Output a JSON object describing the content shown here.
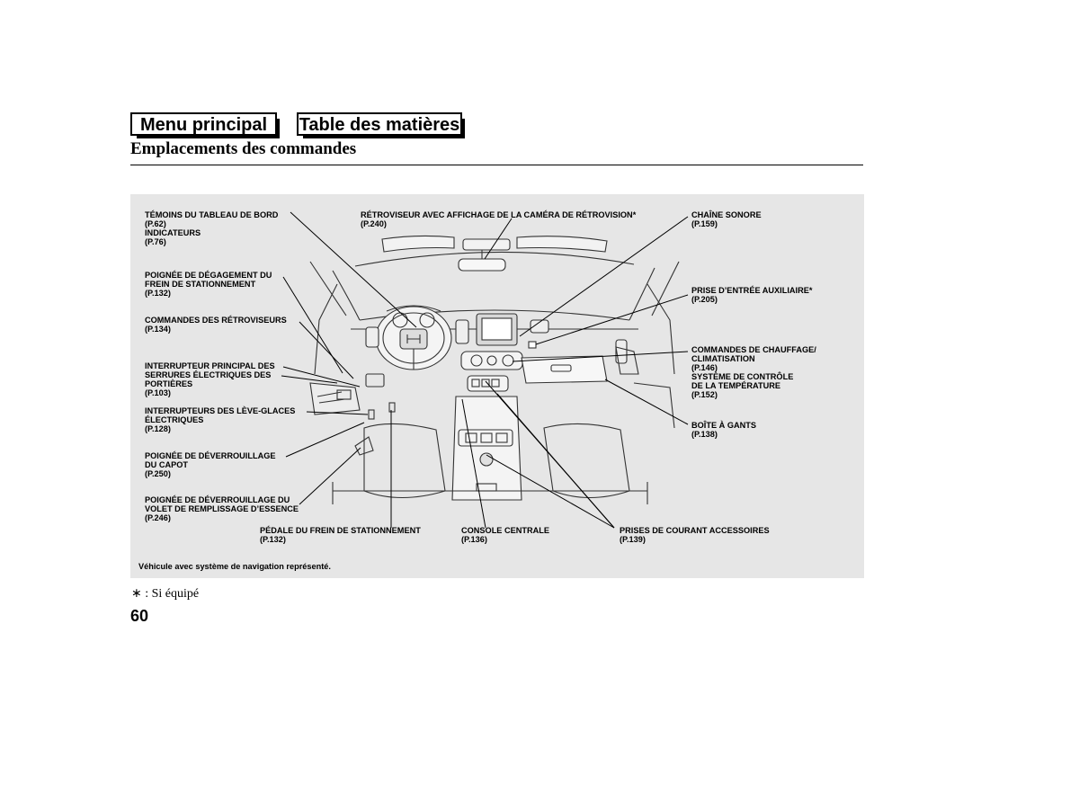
{
  "nav": {
    "main_menu": "Menu principal",
    "toc": "Table des matières"
  },
  "page": {
    "title": "Emplacements des commandes",
    "number": "60"
  },
  "labels": {
    "temoins": [
      "TÉMOINS DU TABLEAU DE BORD",
      "(P.62)",
      "INDICATEURS",
      "(P.76)"
    ],
    "frein_degagement": [
      "POIGNÉE DE DÉGAGEMENT DU",
      "FREIN DE STATIONNEMENT",
      "(P.132)"
    ],
    "retroviseurs": [
      "COMMANDES DES RÉTROVISEURS",
      "(P.134)"
    ],
    "serrures": [
      "INTERRUPTEUR PRINCIPAL DES",
      "SERRURES ÉLECTRIQUES DES",
      "PORTIÈRES",
      "(P.103)"
    ],
    "leve_glaces": [
      "INTERRUPTEURS DES LÈVE-GLACES",
      "ÉLECTRIQUES",
      "(P.128)"
    ],
    "capot": [
      "POIGNÉE DE DÉVERROUILLAGE",
      "DU CAPOT",
      "(P.250)"
    ],
    "essence": [
      "POIGNÉE DE DÉVERROUILLAGE DU",
      "VOLET DE REMPLISSAGE D’ESSENCE",
      "(P.246)"
    ],
    "pedale": [
      "PÉDALE DU FREIN DE STATIONNEMENT",
      "(P.132)"
    ],
    "console": [
      "CONSOLE CENTRALE",
      "(P.136)"
    ],
    "prises": [
      "PRISES DE COURANT ACCESSOIRES",
      "(P.139)"
    ],
    "camera": [
      "RÉTROVISEUR AVEC AFFICHAGE DE LA CAMÉRA DE RÉTROVISION*",
      "(P.240)"
    ],
    "chaine": [
      "CHAÎNE SONORE",
      "(P.159)"
    ],
    "prise_aux": [
      "PRISE D’ENTRÉE AUXILIAIRE*",
      "(P.205)"
    ],
    "chauffage": [
      "COMMANDES DE CHAUFFAGE/",
      "CLIMATISATION",
      "(P.146)",
      "SYSTÈME DE CONTRÔLE",
      "DE LA TEMPÉRATURE",
      "(P.152)"
    ],
    "boite": [
      "BOÎTE À GANTS",
      "(P.138)"
    ]
  },
  "caption": "Véhicule avec système de navigation représenté.",
  "footnote": "∗ : Si équipé"
}
